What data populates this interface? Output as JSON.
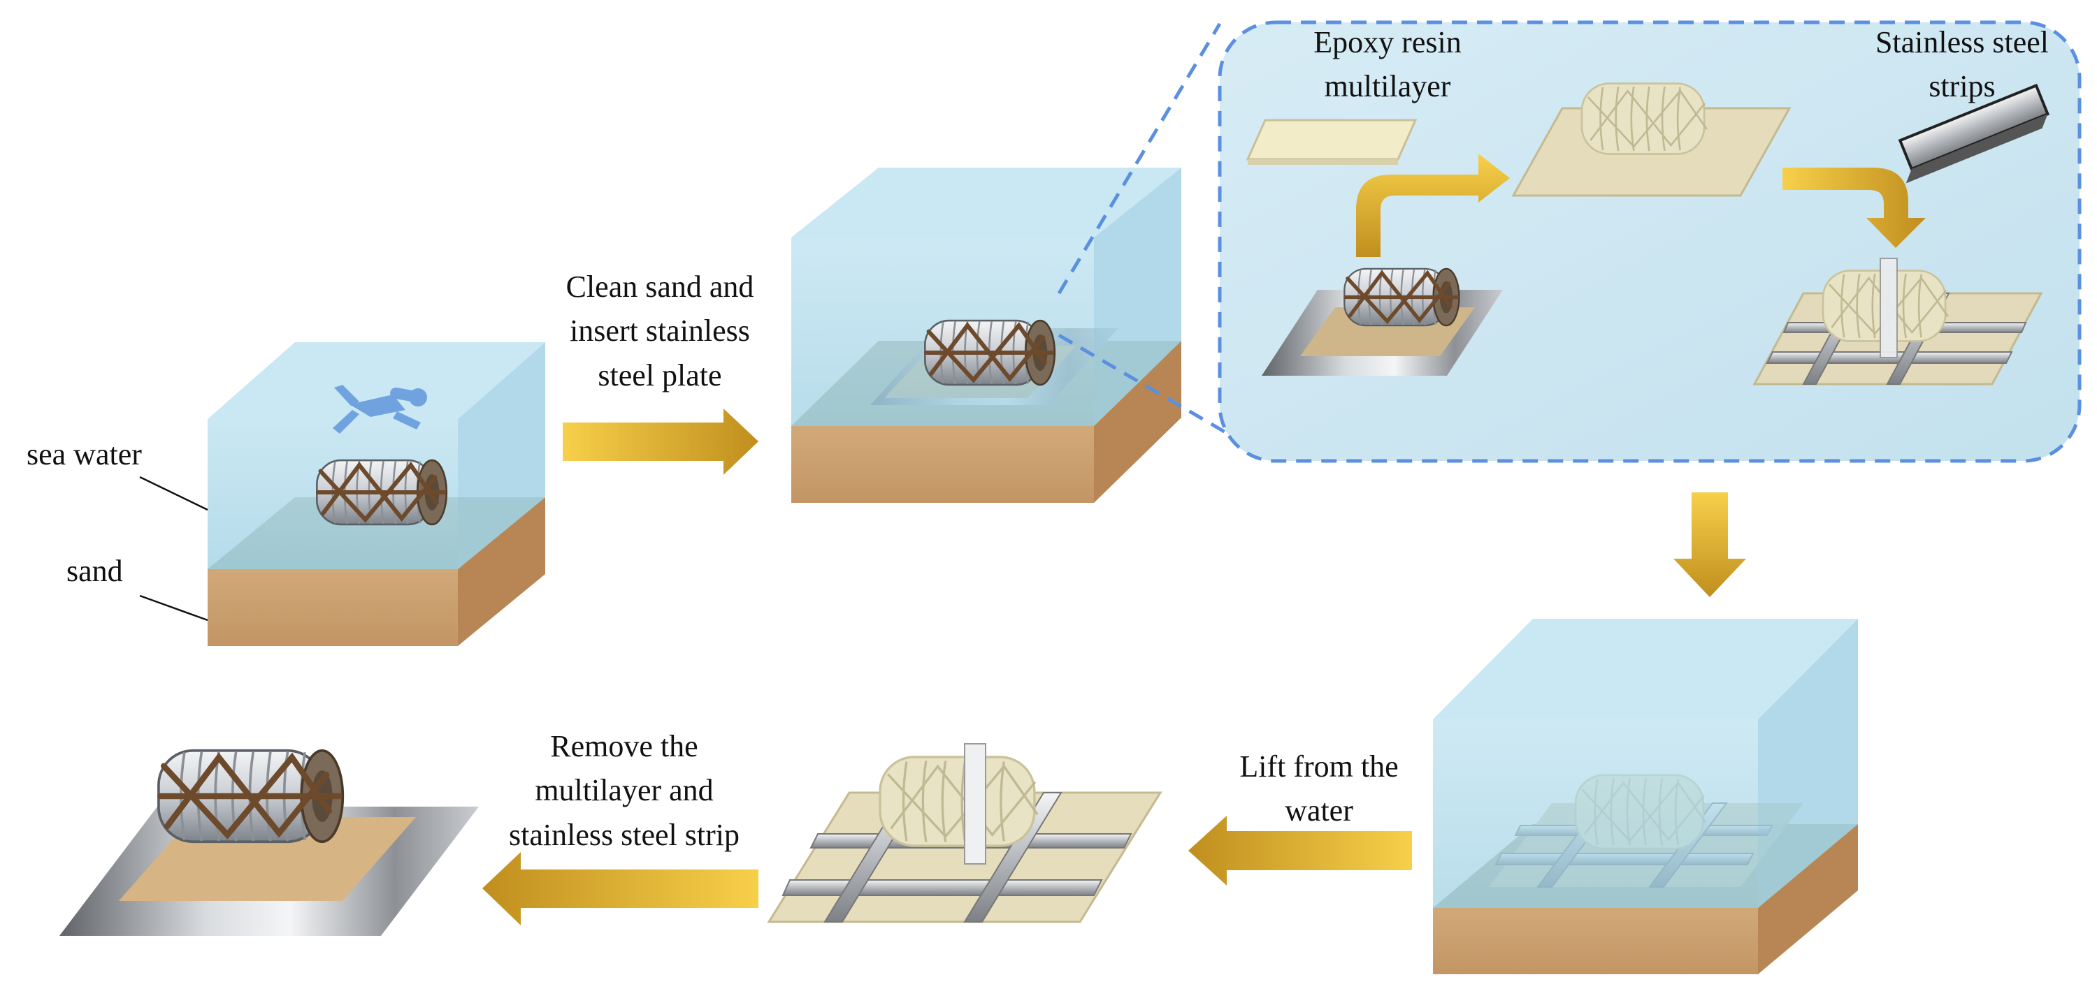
{
  "labels": {
    "sea_water": "sea water",
    "sand": "sand",
    "step1": [
      "Clean  sand and",
      "insert stainless",
      "steel plate"
    ],
    "epoxy": [
      "Epoxy resin",
      "multilayer"
    ],
    "strips": [
      "Stainless steel",
      "strips"
    ],
    "lift": [
      "Lift from the",
      "water"
    ],
    "remove": [
      "Remove the",
      "multilayer and",
      "stainless steel strip"
    ]
  },
  "colors": {
    "water": "#a9d7ea",
    "sand": "#c9a070",
    "steel": "#a8acb2",
    "arrow": "#f0b82a",
    "diver": "#6fa2de",
    "zoom_border": "#5b8fe0",
    "epoxy": "#e2ddb8",
    "rope": "#6e4a2c"
  },
  "icons": [
    "diver-icon",
    "cable-bundle-icon",
    "steel-plate-icon",
    "steel-strip-icon",
    "epoxy-sheet-icon"
  ]
}
